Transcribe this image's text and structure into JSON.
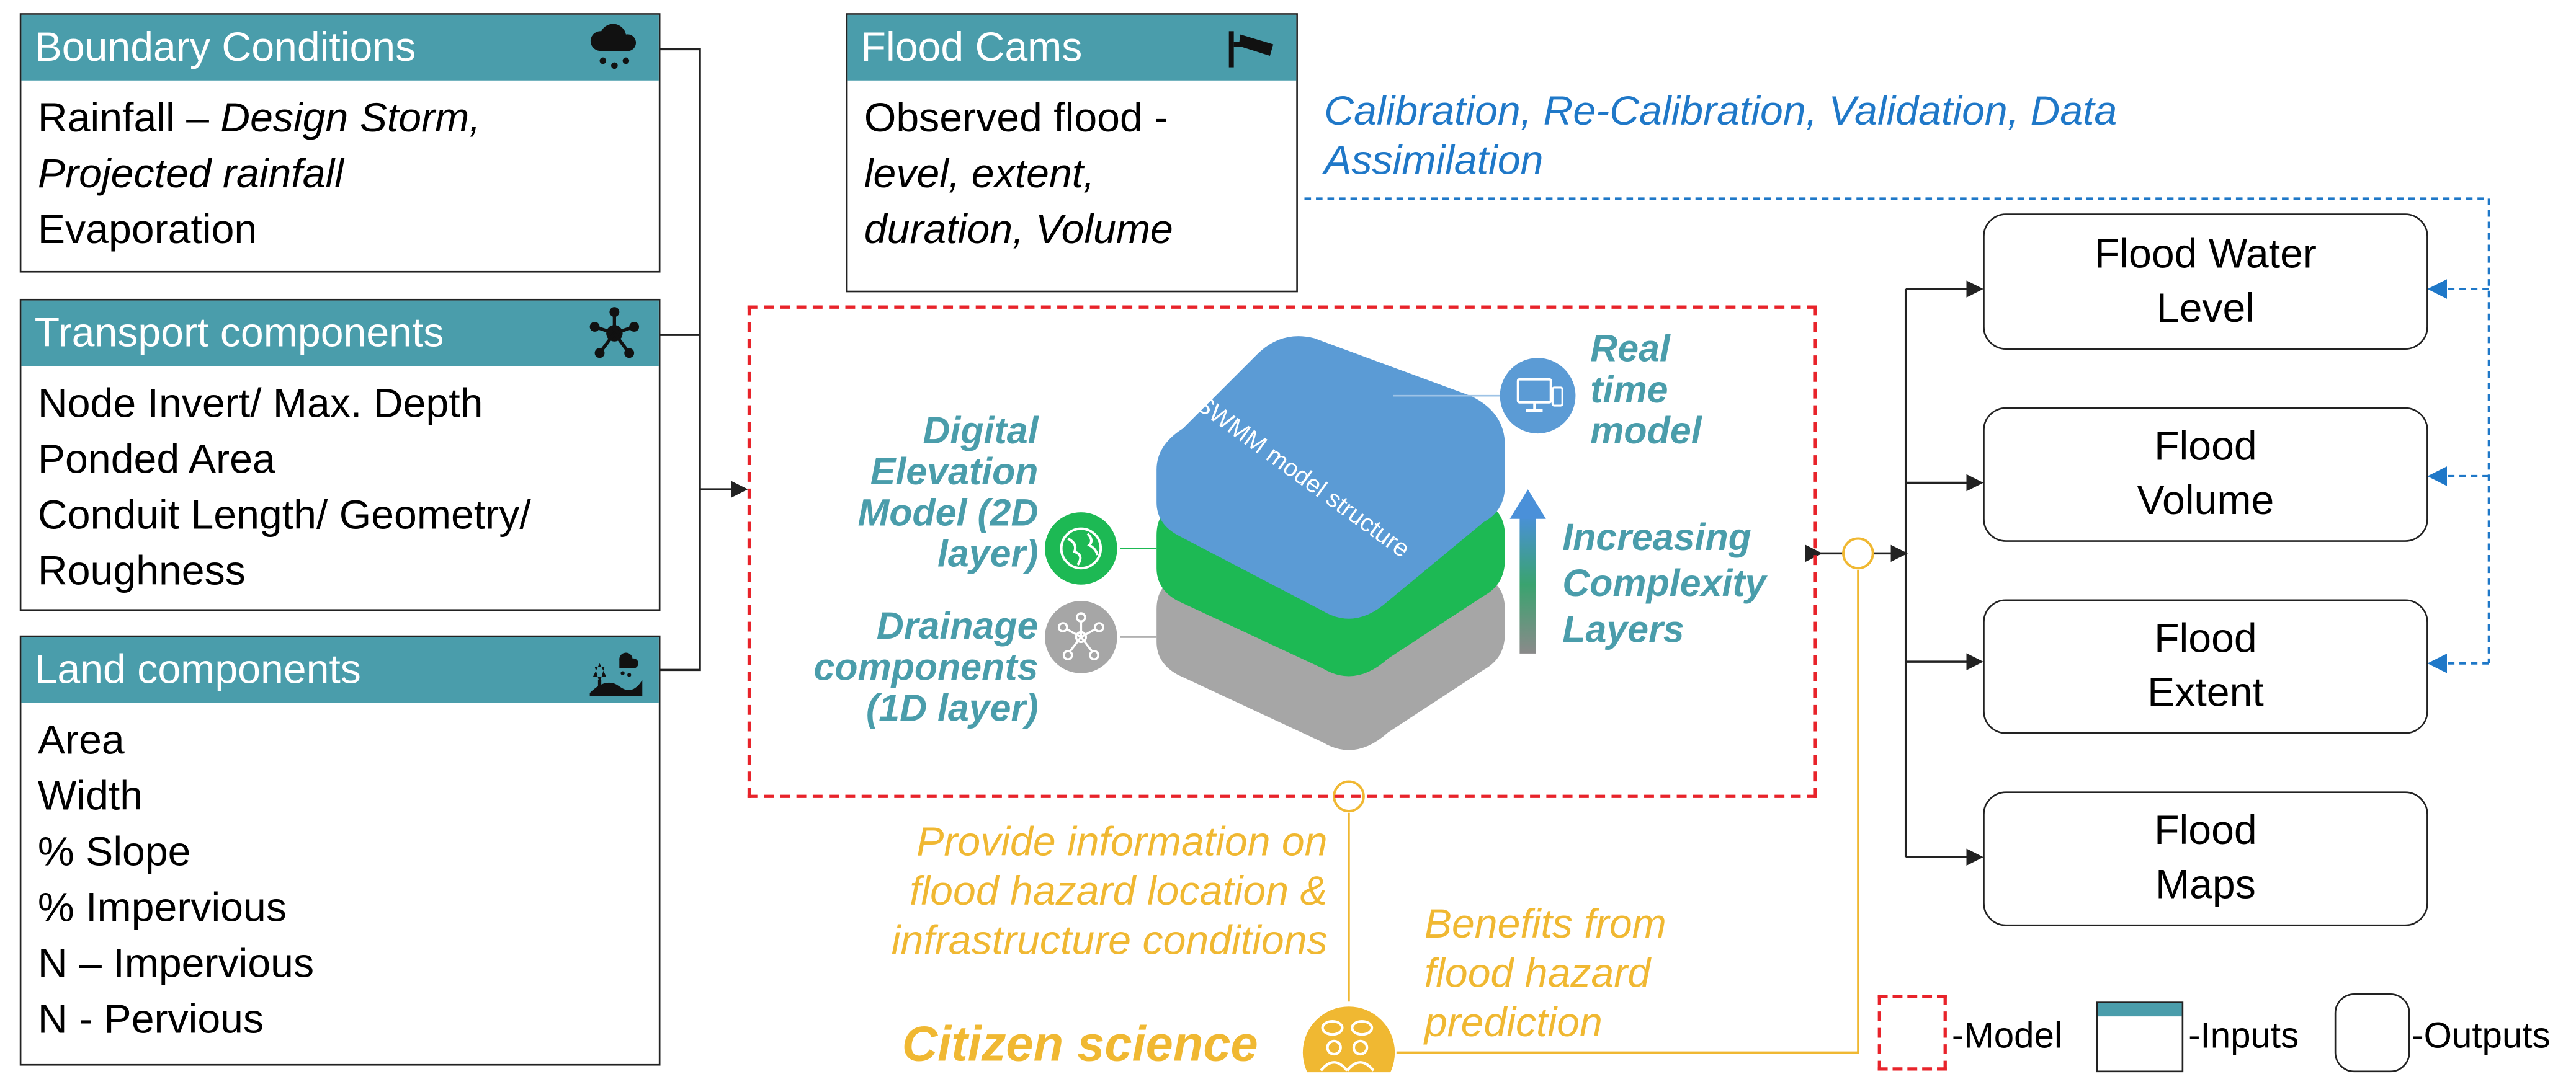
{
  "boundary": {
    "title": "Boundary Conditions",
    "icon": "rain-cloud-icon",
    "lines": [
      "Rainfall – ",
      "Design Storm,",
      "Projected rainfall",
      "Evaporation"
    ]
  },
  "transport": {
    "title": "Transport components",
    "icon": "network-node-icon",
    "lines": [
      "Node Invert/ Max. Depth",
      "Ponded Area",
      "Conduit Length/ Geometry/",
      "Roughness"
    ]
  },
  "land": {
    "title": "Land components",
    "icon": "landscape-icon",
    "lines": [
      "Area",
      "Width",
      "% Slope",
      "% Impervious",
      "N – Impervious",
      "N - Pervious"
    ]
  },
  "floodcams": {
    "title": "Flood Cams",
    "icon": "cctv-camera-icon",
    "lines": [
      "Observed flood -",
      "level, extent,",
      "duration, Volume"
    ]
  },
  "calibration": {
    "line1": "Calibration, Re-Calibration, Validation, Data",
    "line2": "Assimilation"
  },
  "model": {
    "layer_top_label": "SWMM model structure",
    "dem": [
      "Digital",
      "Elevation",
      "Model (2D",
      "layer)"
    ],
    "drainage": [
      "Drainage",
      "components",
      "(1D layer)"
    ],
    "realtime": [
      "Real",
      "time",
      "model"
    ],
    "complexity": [
      "Increasing",
      "Complexity",
      "Layers"
    ],
    "colors": {
      "top": "#5b9bd5",
      "middle": "#1db954",
      "bottom": "#a6a6a6",
      "dashed_border": "#e8232a"
    }
  },
  "outputs": [
    {
      "l1": "Flood Water",
      "l2": "Level"
    },
    {
      "l1": "Flood",
      "l2": "Volume"
    },
    {
      "l1": "Flood",
      "l2": "Extent"
    },
    {
      "l1": "Flood",
      "l2": "Maps"
    }
  ],
  "citizen": {
    "provide": [
      "Provide information on",
      "flood hazard location &",
      "infrastructure conditions"
    ],
    "benefits": [
      "Benefits from",
      "flood hazard",
      "prediction"
    ],
    "label": "Citizen science",
    "color": "#f0b832"
  },
  "legend": {
    "model": "-Model",
    "inputs": "-Inputs",
    "outputs": "-Outputs"
  }
}
